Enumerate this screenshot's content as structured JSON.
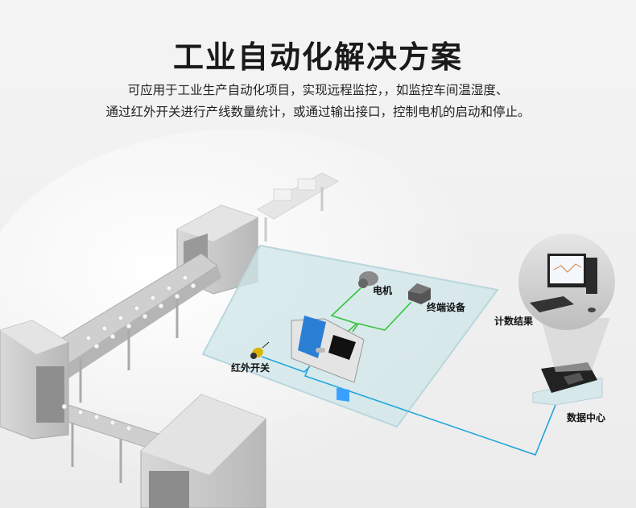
{
  "header": {
    "title": "工业自动化解决方案",
    "description_line1": "可应用于工业生产自动化项目，实现远程监控，，如监控车间温湿度、",
    "description_line2": "通过红外开关进行产线数量统计，或通过输出接口，控制电机的启动和停止。"
  },
  "diagram": {
    "labels": {
      "motor": "电机",
      "terminal": "终端设备",
      "ir_switch": "红外开关",
      "count_result": "计数结果",
      "data_center": "数据中心"
    },
    "colors": {
      "green_link": "#35c43a",
      "blue_link": "#1fa6dc",
      "glass": "#cfe6ea"
    }
  }
}
